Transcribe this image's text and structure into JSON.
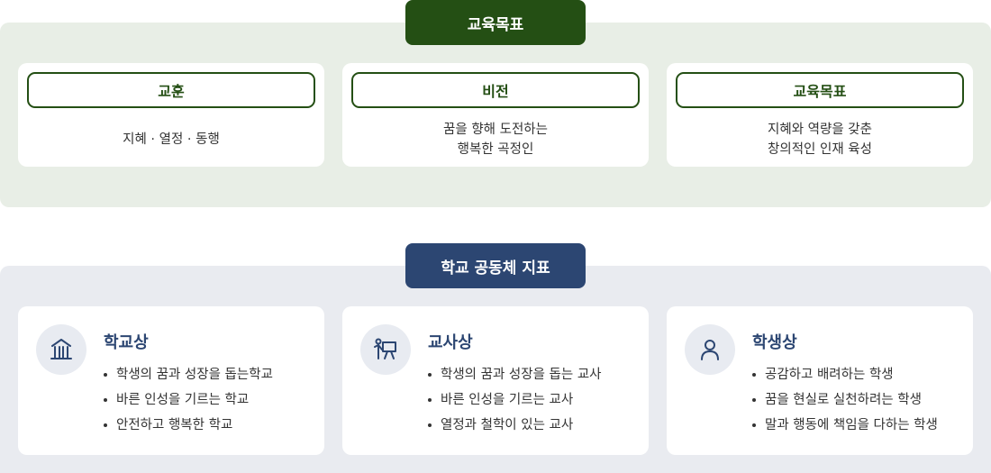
{
  "education_goal_section": {
    "badge": "교육목표",
    "cards": [
      {
        "title": "교훈",
        "lines": [
          "지혜 · 열정 · 동행"
        ]
      },
      {
        "title": "비전",
        "lines": [
          "꿈을 향해 도전하는",
          "행복한 곡정인"
        ]
      },
      {
        "title": "교육목표",
        "lines": [
          "지혜와 역량을 갖춘",
          "창의적인 인재 육성"
        ]
      }
    ]
  },
  "community_section": {
    "badge": "학교 공동체 지표",
    "cards": [
      {
        "icon": "school-building-icon",
        "title": "학교상",
        "items": [
          "학생의 꿈과 성장을 돕는학교",
          "바른 인성을 기르는 학교",
          "안전하고 행복한 학교"
        ]
      },
      {
        "icon": "teacher-icon",
        "title": "교사상",
        "items": [
          "학생의 꿈과 성장을 돕는 교사",
          "바른 인성을 기르는 교사",
          "열정과 철학이 있는 교사"
        ]
      },
      {
        "icon": "student-person-icon",
        "title": "학생상",
        "items": [
          "공감하고 배려하는 학생",
          "꿈을 현실로 실천하려는 학생",
          "말과 행동에 책임을 다하는 학생"
        ]
      }
    ]
  },
  "colors": {
    "green_accent": "#244f14",
    "blue_accent": "#2c4672",
    "green_panel": "#e8eee6",
    "blue_panel": "#e9ebf0"
  }
}
